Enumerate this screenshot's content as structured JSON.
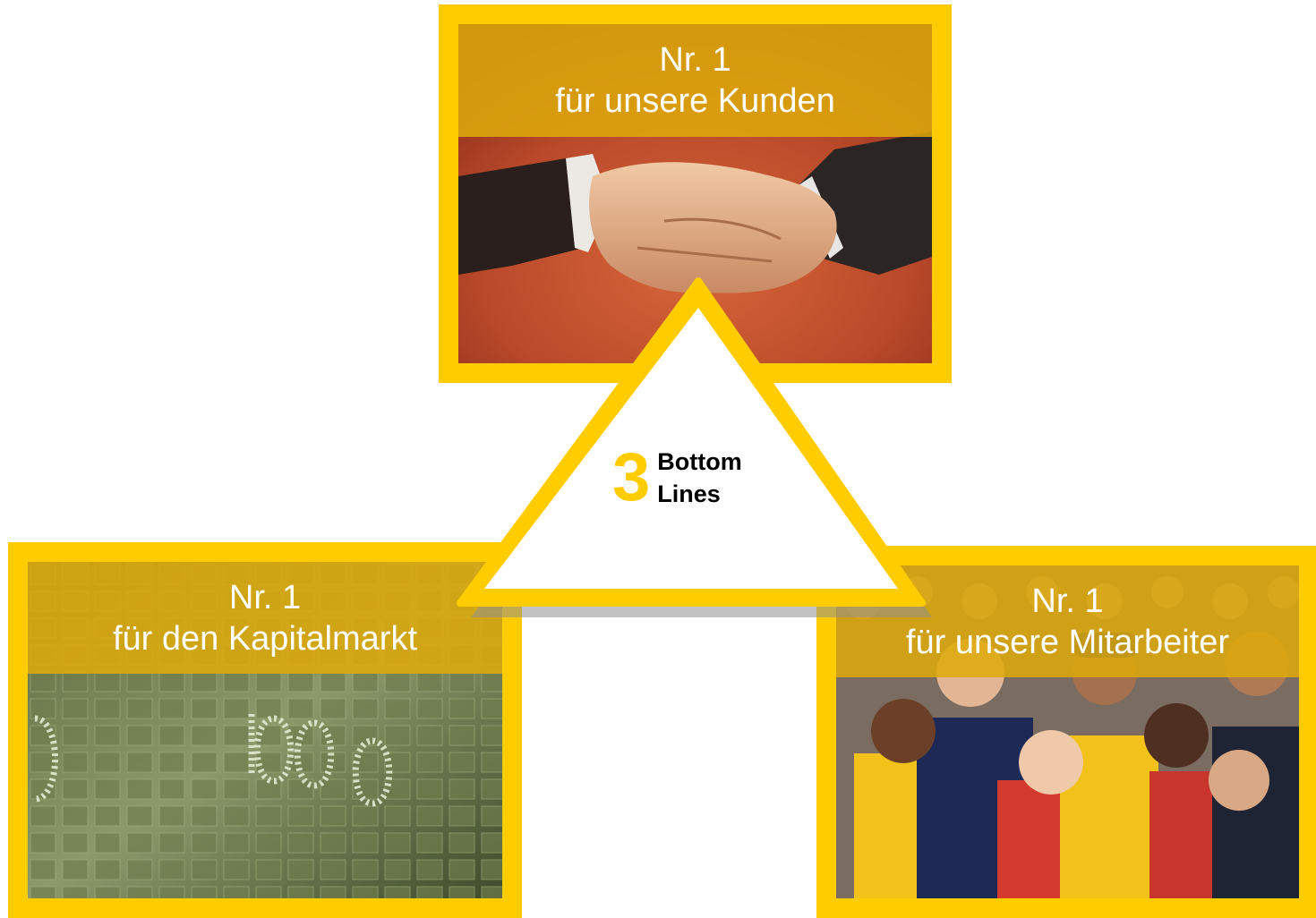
{
  "colors": {
    "brand_yellow": "#ffcc00",
    "caption_band": "#deaa0a",
    "caption_text": "#ffffff",
    "triangle_fill": "#ffffff",
    "label_text": "#000000"
  },
  "center": {
    "number": "3",
    "line1": "Bottom",
    "line2": "Lines"
  },
  "panels": {
    "top": {
      "line1": "Nr. 1",
      "line2": "für unsere Kunden",
      "image": "handshake-photo"
    },
    "left": {
      "line1": "Nr. 1",
      "line2": "für den Kapitalmarkt",
      "image": "stock-ticker-board-photo"
    },
    "right": {
      "line1": "Nr. 1",
      "line2": "für unsere Mitarbeiter",
      "image": "employees-group-photo"
    }
  }
}
